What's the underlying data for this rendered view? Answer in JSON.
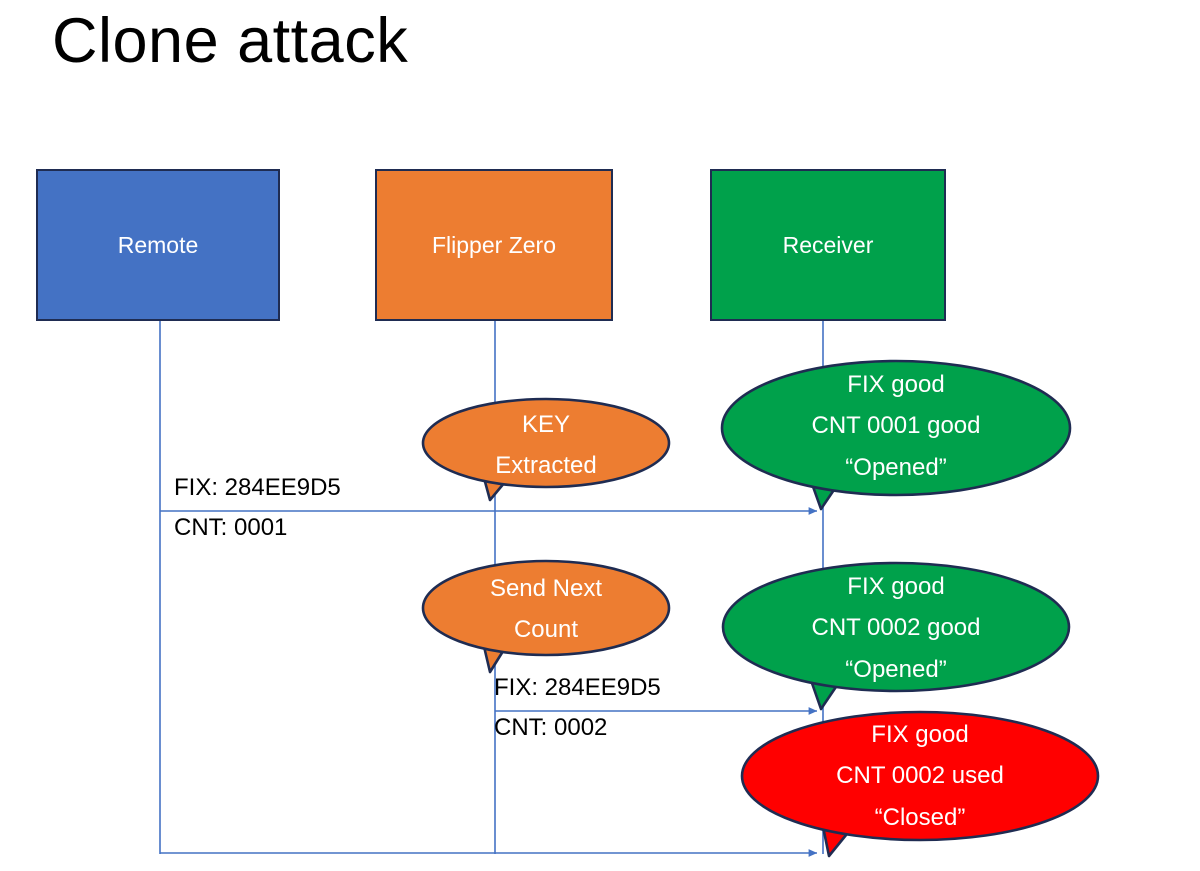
{
  "slide": {
    "title": "Clone attack",
    "background": "#FFFFFF"
  },
  "colors": {
    "remote_blue": "#4472C4",
    "flipper_orange": "#ED7D31",
    "receiver_green": "#00A14B",
    "alert_red": "#FF0000",
    "outline_navy": "#1F2C52",
    "connector_blue": "#4472C4",
    "text_white": "#FFFFFF",
    "text_black": "#000000"
  },
  "actors": [
    {
      "id": "remote",
      "label": "Remote",
      "color": "#4472C4"
    },
    {
      "id": "flipper",
      "label": "Flipper Zero",
      "color": "#ED7D31"
    },
    {
      "id": "receiver",
      "label": "Receiver",
      "color": "#00A14B"
    }
  ],
  "messages": [
    {
      "id": "msg1",
      "from": "remote",
      "to": "receiver",
      "line1": "FIX: 284EE9D5",
      "line2": "CNT: 0001"
    },
    {
      "id": "msg2",
      "from": "flipper",
      "to": "receiver",
      "line1": "FIX: 284EE9D5",
      "line2": "CNT: 0002"
    },
    {
      "id": "msg3",
      "from": "remote",
      "to": "receiver",
      "line1": "",
      "line2": ""
    }
  ],
  "bubbles": [
    {
      "id": "key-extracted",
      "owner": "flipper",
      "color": "#ED7D31",
      "lines": [
        "KEY",
        "Extracted"
      ],
      "text": "KEY\nExtracted"
    },
    {
      "id": "receiver-ack-1",
      "owner": "receiver",
      "color": "#00A14B",
      "lines": [
        "FIX good",
        "CNT 0001 good",
        "“Opened”"
      ],
      "text": "FIX good\nCNT 0001 good\n“Opened”"
    },
    {
      "id": "send-next-count",
      "owner": "flipper",
      "color": "#ED7D31",
      "lines": [
        "Send Next",
        "Count"
      ],
      "text": "Send Next\nCount"
    },
    {
      "id": "receiver-ack-2",
      "owner": "receiver",
      "color": "#00A14B",
      "lines": [
        "FIX good",
        "CNT 0002 good",
        "“Opened”"
      ],
      "text": "FIX good\nCNT 0002 good\n“Opened”"
    },
    {
      "id": "receiver-reject",
      "owner": "receiver",
      "color": "#FF0000",
      "lines": [
        "FIX good",
        "CNT 0002 used",
        "“Closed”"
      ],
      "text": "FIX good\nCNT 0002 used\n“Closed”"
    }
  ]
}
